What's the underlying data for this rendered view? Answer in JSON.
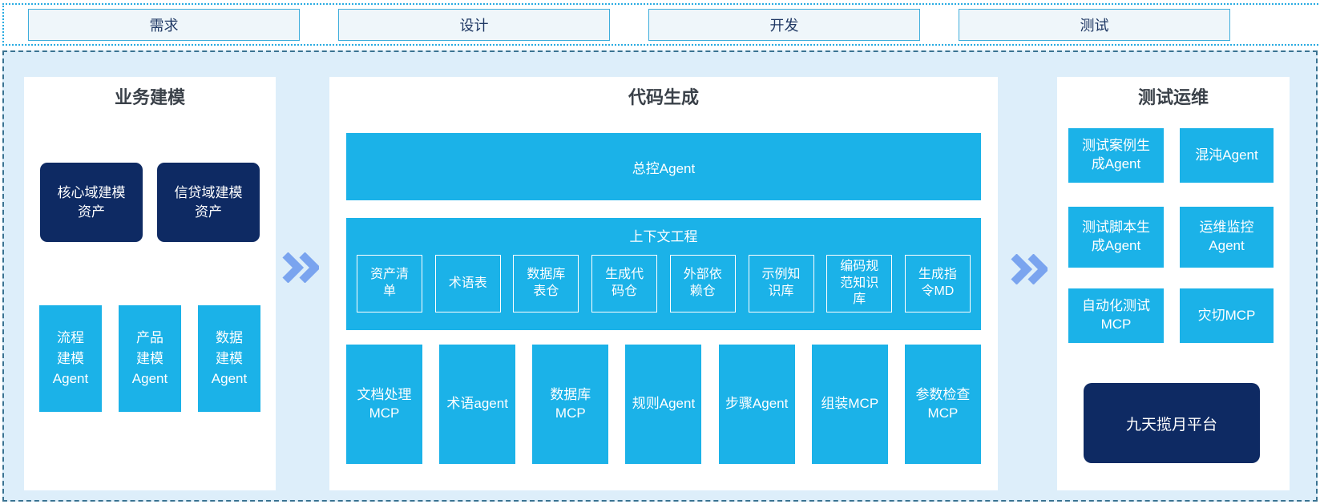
{
  "colors": {
    "cyan": "#1BB2E8",
    "navy": "#0E2A63",
    "panel_bg": "#FFFFFF",
    "main_bg": "#DDEEFA",
    "strip_bg": "#FFFFFF",
    "phase_box_bg": "#EFF6FA",
    "phase_box_border": "#3FAEDC",
    "strip_border": "#29ABE2",
    "main_border": "#3A7392",
    "chevron": "#7AA4EF",
    "title": "#3A4149",
    "phase_text": "#1F3864",
    "subbox_border": "#FFFFFF"
  },
  "phases": [
    {
      "label": "需求"
    },
    {
      "label": "设计"
    },
    {
      "label": "开发"
    },
    {
      "label": "测试"
    }
  ],
  "panels": {
    "business_modeling": {
      "title": "业务建模",
      "assets": [
        "核心域建模\n资产",
        "信贷域建模\n资产"
      ],
      "agents": [
        "流程\n建模\nAgent",
        "产品\n建模\nAgent",
        "数据\n建模\nAgent"
      ]
    },
    "code_generation": {
      "title": "代码生成",
      "master_agent": "总控Agent",
      "context": {
        "title": "上下文工程",
        "items": [
          "资产清\n单",
          "术语表",
          "数据库\n表仓",
          "生成代\n码仓",
          "外部依\n赖仓",
          "示例知\n识库",
          "编码规\n范知识\n库",
          "生成指\n令MD"
        ]
      },
      "mcp_row": [
        "文档处理\nMCP",
        "术语agent",
        "数据库\nMCP",
        "规则Agent",
        "步骤Agent",
        "组装MCP",
        "参数检查\nMCP"
      ]
    },
    "test_ops": {
      "title": "测试运维",
      "grid": [
        "测试案例生\n成Agent",
        "混沌Agent",
        "测试脚本生\n成Agent",
        "运维监控\nAgent",
        "自动化测试\nMCP",
        "灾切MCP"
      ],
      "platform": "九天揽月平台"
    }
  }
}
